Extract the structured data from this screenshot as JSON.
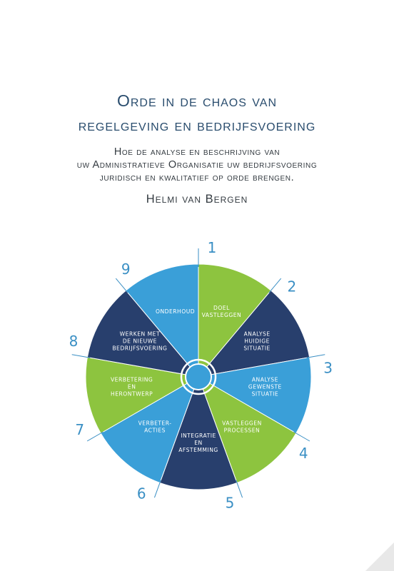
{
  "book": {
    "title_line1": "Orde in de chaos van",
    "title_line2": "regelgeving en bedrijfsvoering",
    "subtitle_line1": "Hoe de analyse en beschrijving van",
    "subtitle_line2": "uw Administratieve Organisatie uw bedrijfsvoering",
    "subtitle_line3": "juridisch en kwalitatief op orde brengen.",
    "author": "Helmi van Bergen"
  },
  "colors": {
    "green": "#8dc43f",
    "navy": "#283f6d",
    "blue": "#3a9fd8",
    "number": "#3a8fc4",
    "title": "#2a4d6e"
  },
  "wheel": {
    "segments": [
      {
        "number": "1",
        "lines": [
          "doel",
          "vastleggen"
        ],
        "color": "green"
      },
      {
        "number": "2",
        "lines": [
          "analyse",
          "huidige",
          "situatie"
        ],
        "color": "navy"
      },
      {
        "number": "3",
        "lines": [
          "analyse",
          "gewenste",
          "situatie"
        ],
        "color": "blue"
      },
      {
        "number": "4",
        "lines": [
          "vastleggen",
          "processen"
        ],
        "color": "green"
      },
      {
        "number": "5",
        "lines": [
          "integratie",
          "en",
          "afstemming"
        ],
        "color": "navy"
      },
      {
        "number": "6",
        "lines": [
          "verbeter-",
          "acties"
        ],
        "color": "blue"
      },
      {
        "number": "7",
        "lines": [
          "verbetering",
          "en",
          "herontwerp"
        ],
        "color": "green"
      },
      {
        "number": "8",
        "lines": [
          "werken met",
          "de nieuwe",
          "bedrijfsvoering"
        ],
        "color": "navy"
      },
      {
        "number": "9",
        "lines": [
          "onderhoud"
        ],
        "color": "blue"
      }
    ]
  }
}
